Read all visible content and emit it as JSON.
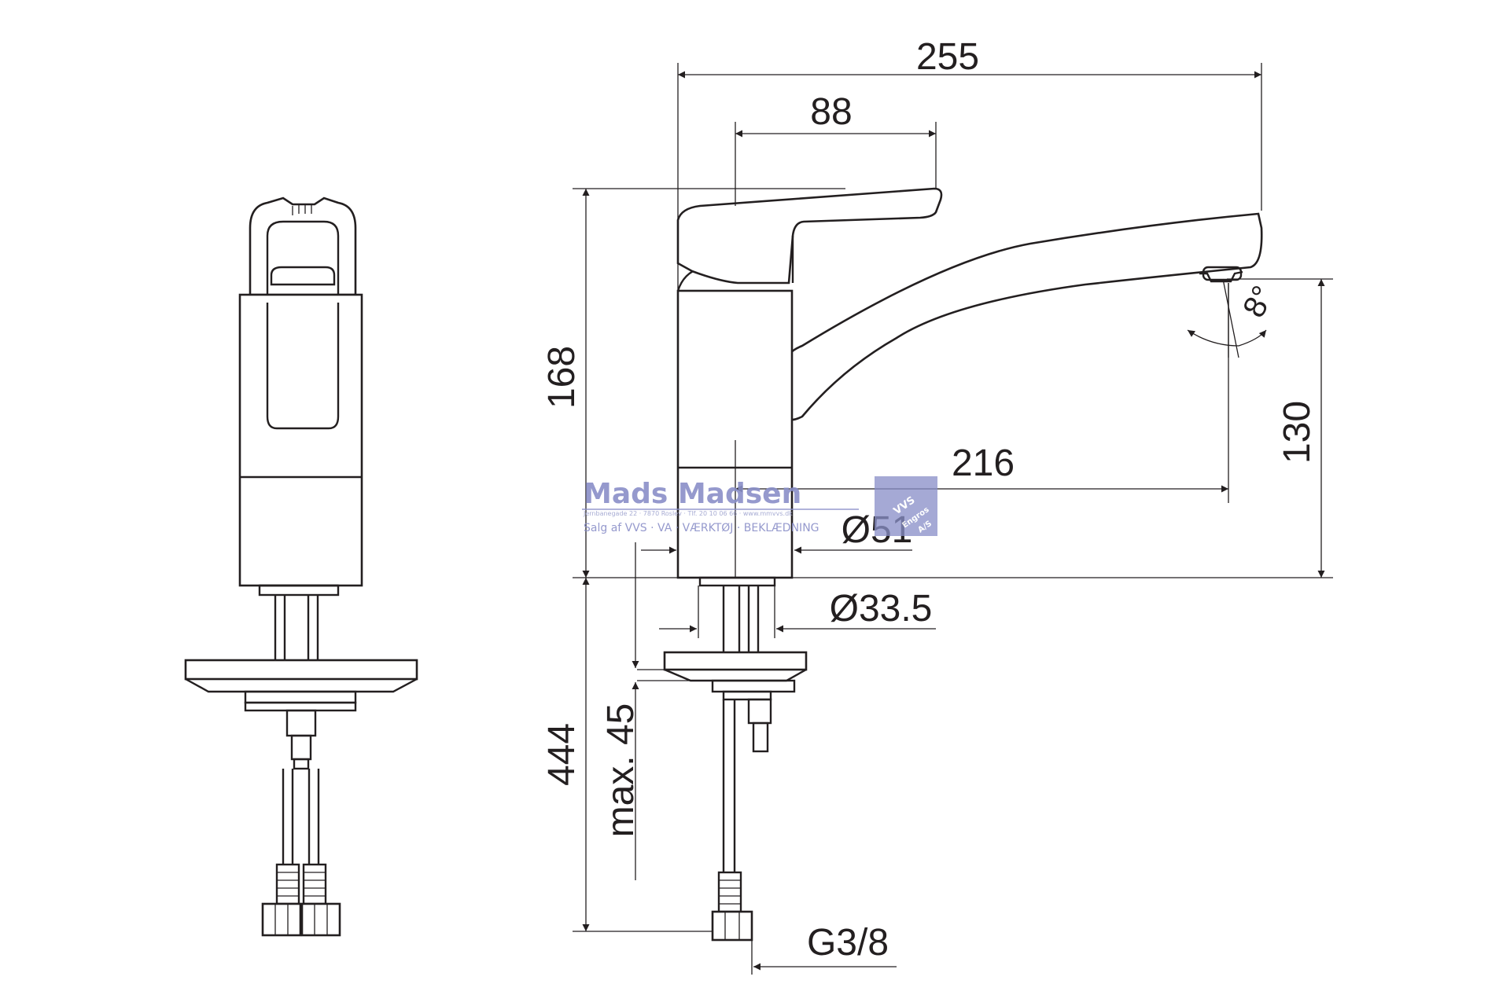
{
  "dimensions": {
    "overall_reach": "255",
    "handle_length": "88",
    "total_height": "168",
    "spout_height": "130",
    "spout_projection": "216",
    "body_diameter": "Ø51",
    "shank_diameter": "Ø33.5",
    "hose_length": "444",
    "max_counter_thickness": "max. 45",
    "connection_thread": "G3/8",
    "spout_angle": "8°"
  },
  "watermark": {
    "company": "Mads Madsen",
    "address": "Jernbanegade 22 · 7870 Roslev · Tlf. 20 10 06 66 · www.mmvvs.dk",
    "tagline": "Salg af  VVS · VA · VÆRKTØJ · BEKLÆDNING",
    "badge_main": "VVS",
    "badge_sub1": "Engros",
    "badge_sub2": "A/S"
  },
  "colors": {
    "line": "#231f20",
    "watermark": "#8a8fc8"
  }
}
